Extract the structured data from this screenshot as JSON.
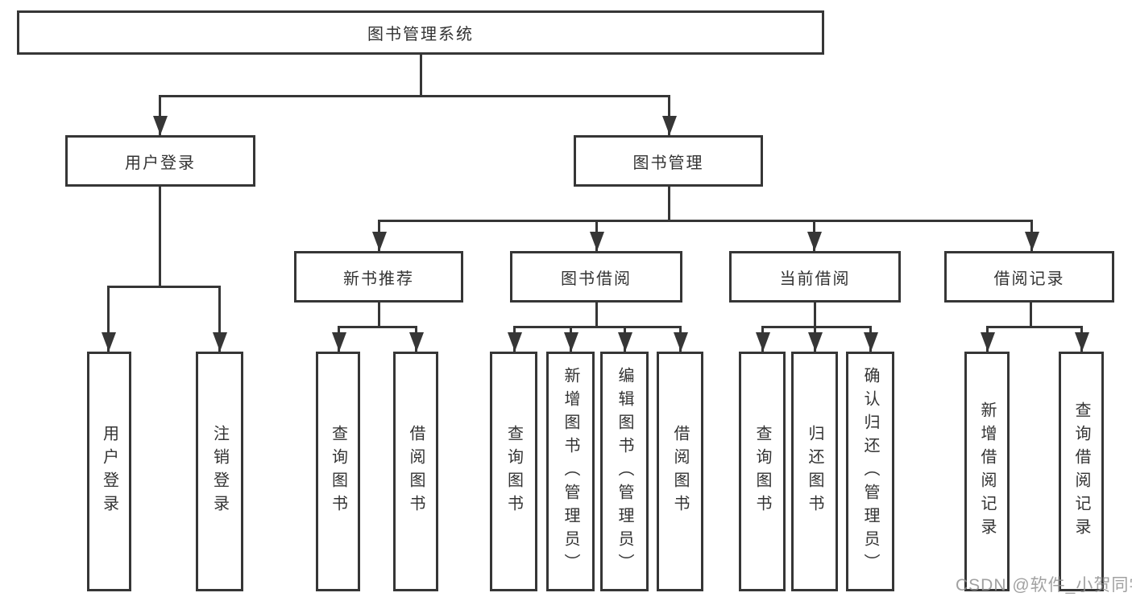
{
  "diagram": {
    "root": "图书管理系统",
    "level2": {
      "user_login": "用户登录",
      "book_mgmt": "图书管理"
    },
    "level3": {
      "new_book": "新书推荐",
      "book_borrow": "图书借阅",
      "current_borrow": "当前借阅",
      "borrow_record": "借阅记录"
    },
    "leaves": {
      "user_login": "用户登录",
      "logout": "注销登录",
      "nb_query": "查询图书",
      "nb_borrow": "借阅图书",
      "bb_query": "查询图书",
      "bb_add": "新增图书（管理员）",
      "bb_edit": "编辑图书（管理员）",
      "bb_borrow": "借阅图书",
      "cb_query": "查询图书",
      "cb_return": "归还图书",
      "cb_confirm": "确认归还（管理员）",
      "br_add": "新增借阅记录",
      "br_query": "查询借阅记录"
    },
    "watermark": "CSDN @软件_小贺同学",
    "colors": {
      "line": "#363636",
      "text": "#333333",
      "watermark": "#919191",
      "background": "#ffffff"
    }
  }
}
